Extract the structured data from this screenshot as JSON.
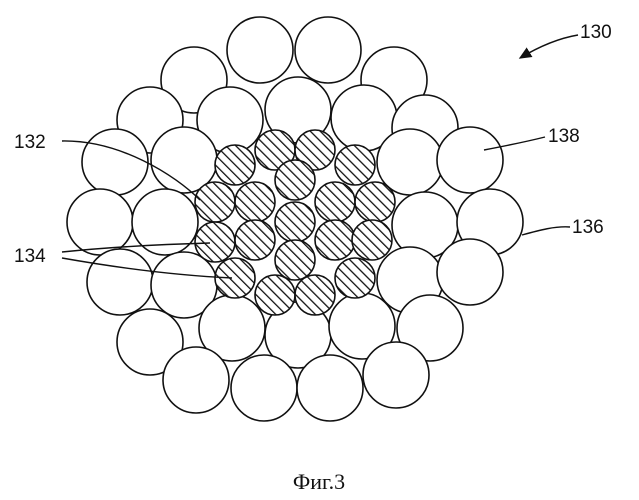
{
  "figure": {
    "caption": "Фиг.3",
    "labels": {
      "assembly": "130",
      "core_wire": "132",
      "core_wires": "134",
      "outer_layer": "136",
      "outer_wire": "138"
    }
  },
  "colors": {
    "ink": "#111111",
    "background": "#ffffff"
  }
}
